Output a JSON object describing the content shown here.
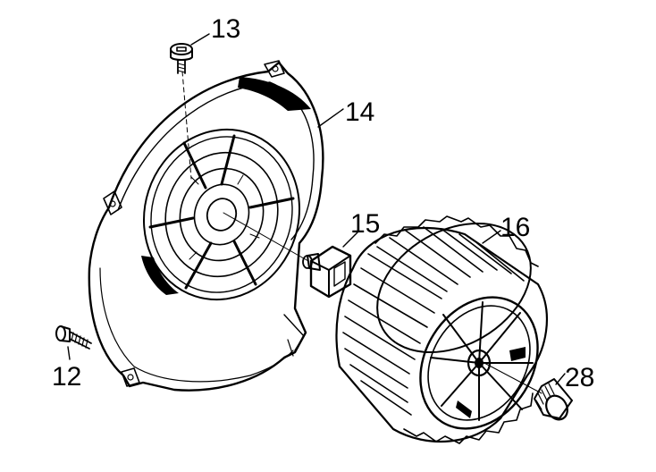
{
  "diagram": {
    "callouts": {
      "screw_top": "13",
      "fan_housing": "14",
      "adapter": "15",
      "fan_wheel": "16",
      "screw_left": "12",
      "nut": "28"
    }
  },
  "colors": {
    "ink": "#000000",
    "background": "#ffffff"
  }
}
